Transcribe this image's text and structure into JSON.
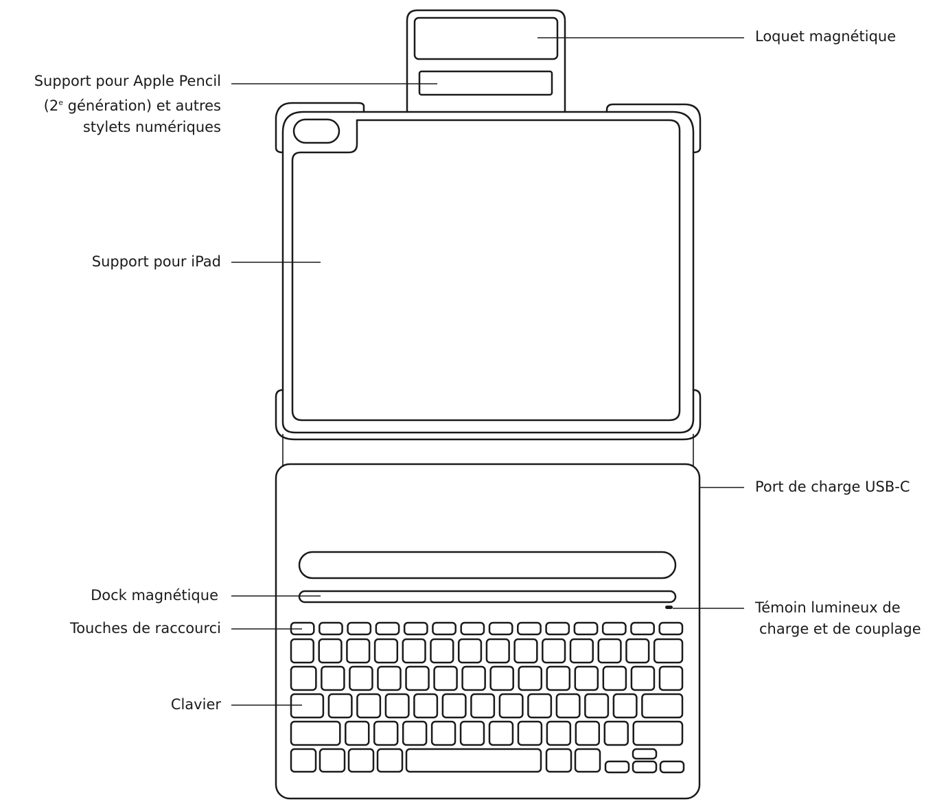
{
  "labels": {
    "magnetic_latch": "Loquet magnétique",
    "pencil_holder_line1": "Support pour Apple Pencil",
    "pencil_holder_line2_prefix": "(2",
    "pencil_holder_line2_sup": "e",
    "pencil_holder_line2_suffix": " génération) et autres",
    "pencil_holder_line3": "stylets numériques",
    "ipad_holder": "Support pour iPad",
    "usb_c_port": "Port de charge  USB-C",
    "magnetic_dock": "Dock magnétique",
    "led_line1": "Témoin lumineux de",
    "led_line2": "charge et de couplage",
    "shortcut_keys": "Touches de raccourci",
    "keyboard": "Clavier"
  },
  "colors": {
    "ink": "#1a1a1a",
    "background": "#ffffff"
  }
}
